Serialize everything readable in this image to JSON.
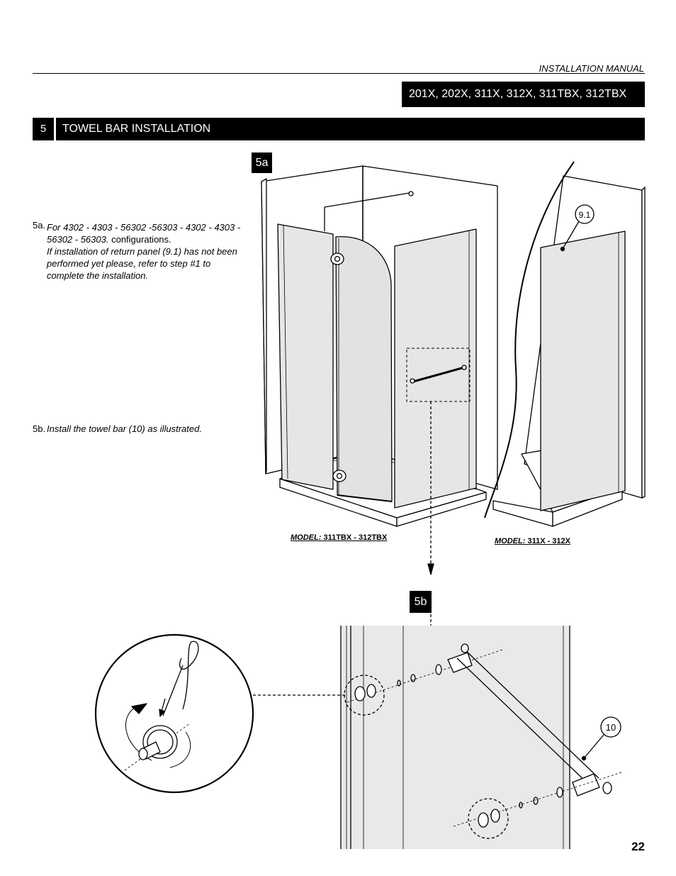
{
  "header": {
    "manual_label": "INSTALLATION MANUAL",
    "models": "201X, 202X, 311X, 312X, 311TBX, 312TBX"
  },
  "section": {
    "number": "5",
    "title": "TOWEL BAR INSTALLATION"
  },
  "steps": {
    "a": {
      "label": "5a.",
      "text_italic": "For 4302 - 4303 - 56302 -56303 - 4302 - 4303 - 56302 - 56303.",
      "text_upright": "configurations.",
      "text_rest": "If installation of return panel (9.1) has not been performed yet please, refer to step #1 to complete the installation."
    },
    "b": {
      "label": "5b.",
      "text": "Install the towel bar (10) as illustrated."
    }
  },
  "figures": {
    "badge_a": "5a",
    "badge_b": "5b",
    "callout_return_panel": "9.1",
    "callout_towel_bar": "10",
    "model_left_prefix": "MODEL:",
    "model_left_value": "311TBX - 312TBX",
    "model_right_prefix": "MODEL:",
    "model_right_value": "311X - 312X"
  },
  "footer": {
    "page_number": "22"
  }
}
